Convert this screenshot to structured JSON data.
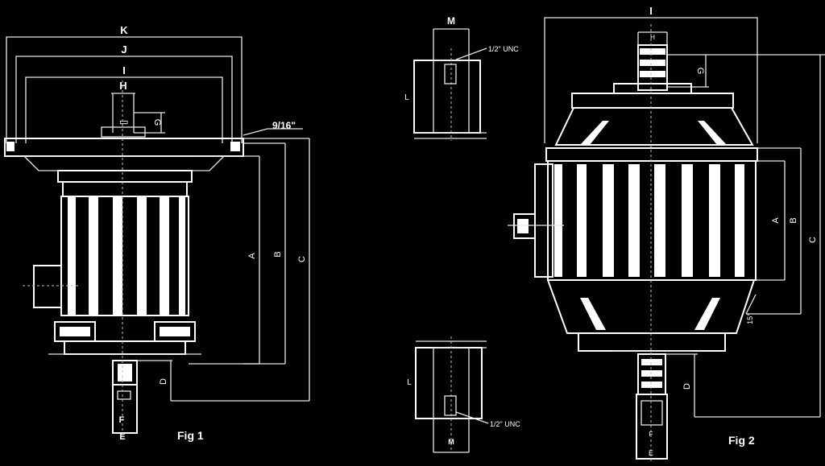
{
  "fig1": {
    "caption": "Fig 1",
    "dim_labels": {
      "K": "K",
      "J": "J",
      "I": "I",
      "H": "H",
      "G": "G",
      "A": "A",
      "B": "B",
      "C": "C",
      "D": "D",
      "E": "E",
      "F": "F"
    },
    "thread_note": "9/16\""
  },
  "detail_top": {
    "dim_M": "M",
    "dim_L": "L",
    "thread_note": "1/2\" UNC"
  },
  "detail_bottom": {
    "dim_M": "M",
    "dim_L": "L",
    "thread_note": "1/2\" UNC"
  },
  "fig2": {
    "caption": "Fig 2",
    "dim_labels": {
      "I": "I",
      "H": "H",
      "G": "G",
      "A": "A",
      "B": "B",
      "C": "C",
      "D": "D",
      "E": "E",
      "F": "F"
    },
    "angle_note": "15°"
  },
  "colors": {
    "background": "#000000",
    "line": "#e6e6e6"
  }
}
